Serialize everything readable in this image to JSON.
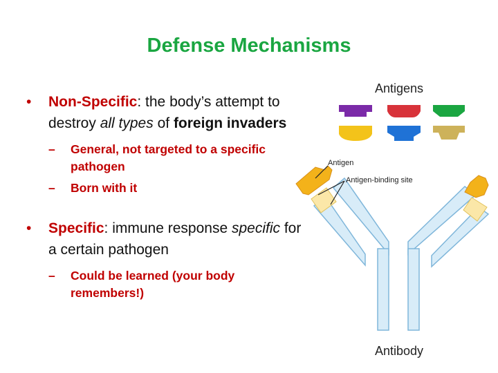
{
  "slide": {
    "title": "Defense Mechanisms",
    "bullet1": {
      "term": "Non-Specific",
      "colon": ":",
      "text_a": " the body’s attempt to destroy ",
      "text_italic": "all types",
      "text_b": " of ",
      "text_bold": "foreign invaders"
    },
    "sub1": [
      "General, not targeted to a specific pathogen",
      "Born with it"
    ],
    "bullet2": {
      "term": "Specific",
      "colon": ":",
      "text_a": " immune response ",
      "text_italic": "specific",
      "text_b": " for a certain pathogen"
    },
    "sub2": [
      "Could be learned (your body remembers!)"
    ],
    "bullet_glyph": "•",
    "dash_glyph": "–"
  },
  "diagram": {
    "antigens_label": "Antigens",
    "antigen_label": "Antigen",
    "binding_site_label": "Antigen-binding site",
    "antibody_label": "Antibody",
    "antigen_colors": [
      "#7b2aa8",
      "#d8333a",
      "#1aa641",
      "#f3c31a",
      "#1f72d6",
      "#cdb25a"
    ]
  },
  "colors": {
    "title": "#1aa641",
    "accent": "#c00000",
    "antibody_arm": "#d8ecf8",
    "antibody_stroke": "#7fb6da"
  }
}
